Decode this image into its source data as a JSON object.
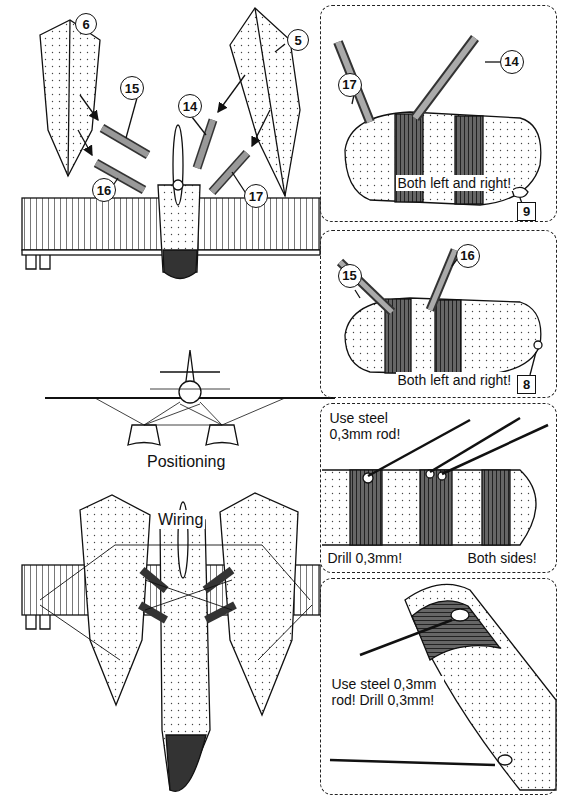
{
  "diagram": {
    "nodes": [
      {
        "text": [
          "6"
        ]
      },
      {
        "text": [
          "5"
        ]
      },
      {
        "text": [
          "15"
        ]
      },
      {
        "text": [
          "14"
        ]
      },
      {
        "text": [
          "16"
        ]
      },
      {
        "text": [
          "17"
        ]
      },
      {
        "text": [
          "Both left and right!"
        ]
      },
      {
        "text": [
          "14"
        ],
        "in": 6
      },
      {
        "text": [
          "17"
        ],
        "in": 6
      },
      {
        "text": [
          "9"
        ],
        "in": 6
      },
      {
        "text": [
          "Both left and right!"
        ]
      },
      {
        "text": [
          "15"
        ],
        "in": 10
      },
      {
        "text": [
          "16"
        ],
        "in": 10
      },
      {
        "text": [
          "8"
        ],
        "in": 10
      },
      {
        "text": [
          "Use steel 0,3mm rod!",
          "Drill 0,3mm!",
          "Both sides!"
        ]
      },
      {
        "text": [
          "Use steel 0,3mm rod! Drill 0,3mm!"
        ]
      }
    ],
    "labels": [
      "Positioning",
      "Wiring"
    ]
  }
}
